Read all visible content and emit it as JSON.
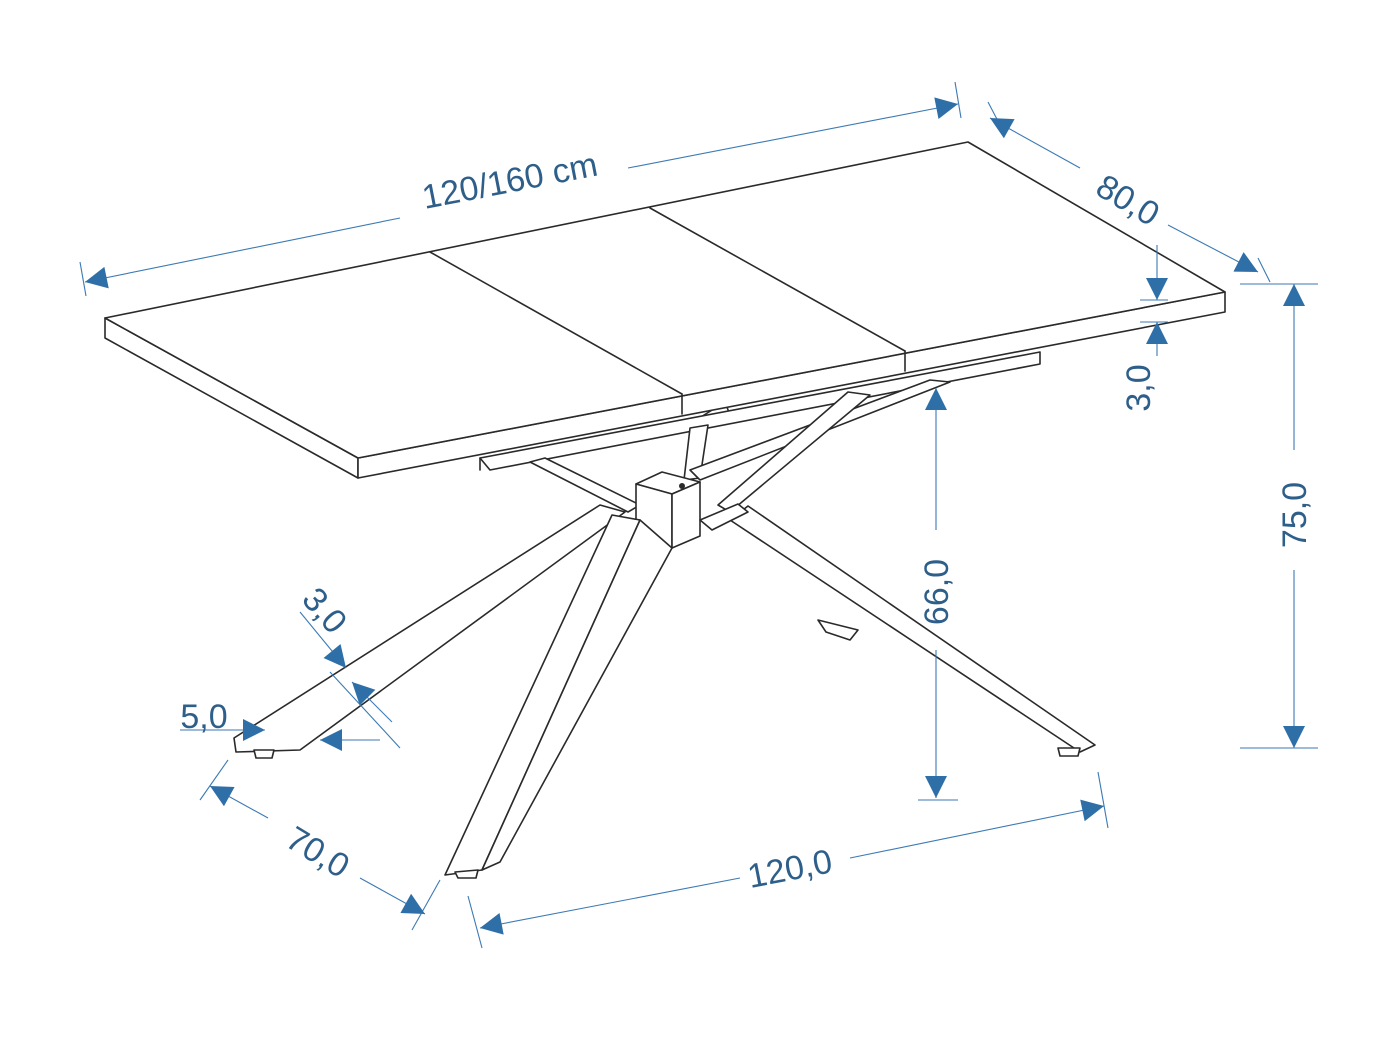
{
  "dimensions": {
    "length_extendable": "120/160 cm",
    "width": "80,0",
    "top_thickness": "3,0",
    "total_height": "75,0",
    "leg_clearance_height": "66,0",
    "leg_width": "3,0",
    "foot_offset": "5,0",
    "base_depth": "70,0",
    "base_length": "120,0"
  },
  "colors": {
    "outline": "#2a2a2a",
    "dimension_line": "#3c7ab4",
    "dimension_arrow": "#2f6fa8",
    "dimension_text": "#2e5f8a"
  }
}
